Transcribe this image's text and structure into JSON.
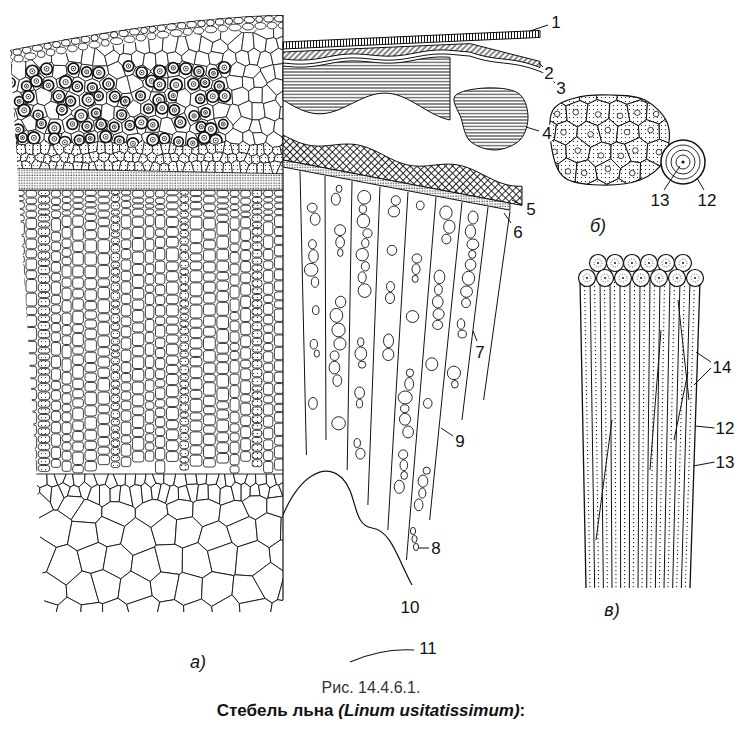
{
  "diagram": {
    "title": "Стебель льна (Linum usitatissimum):",
    "caption": "Рис. 14.4.6.1.",
    "labels": [
      "1",
      "2",
      "3",
      "4",
      "13",
      "12",
      "5",
      "б)",
      "6",
      "7",
      "14",
      "12",
      "9",
      "13",
      "8",
      "10",
      "в)",
      "11",
      "а)"
    ]
  }
}
